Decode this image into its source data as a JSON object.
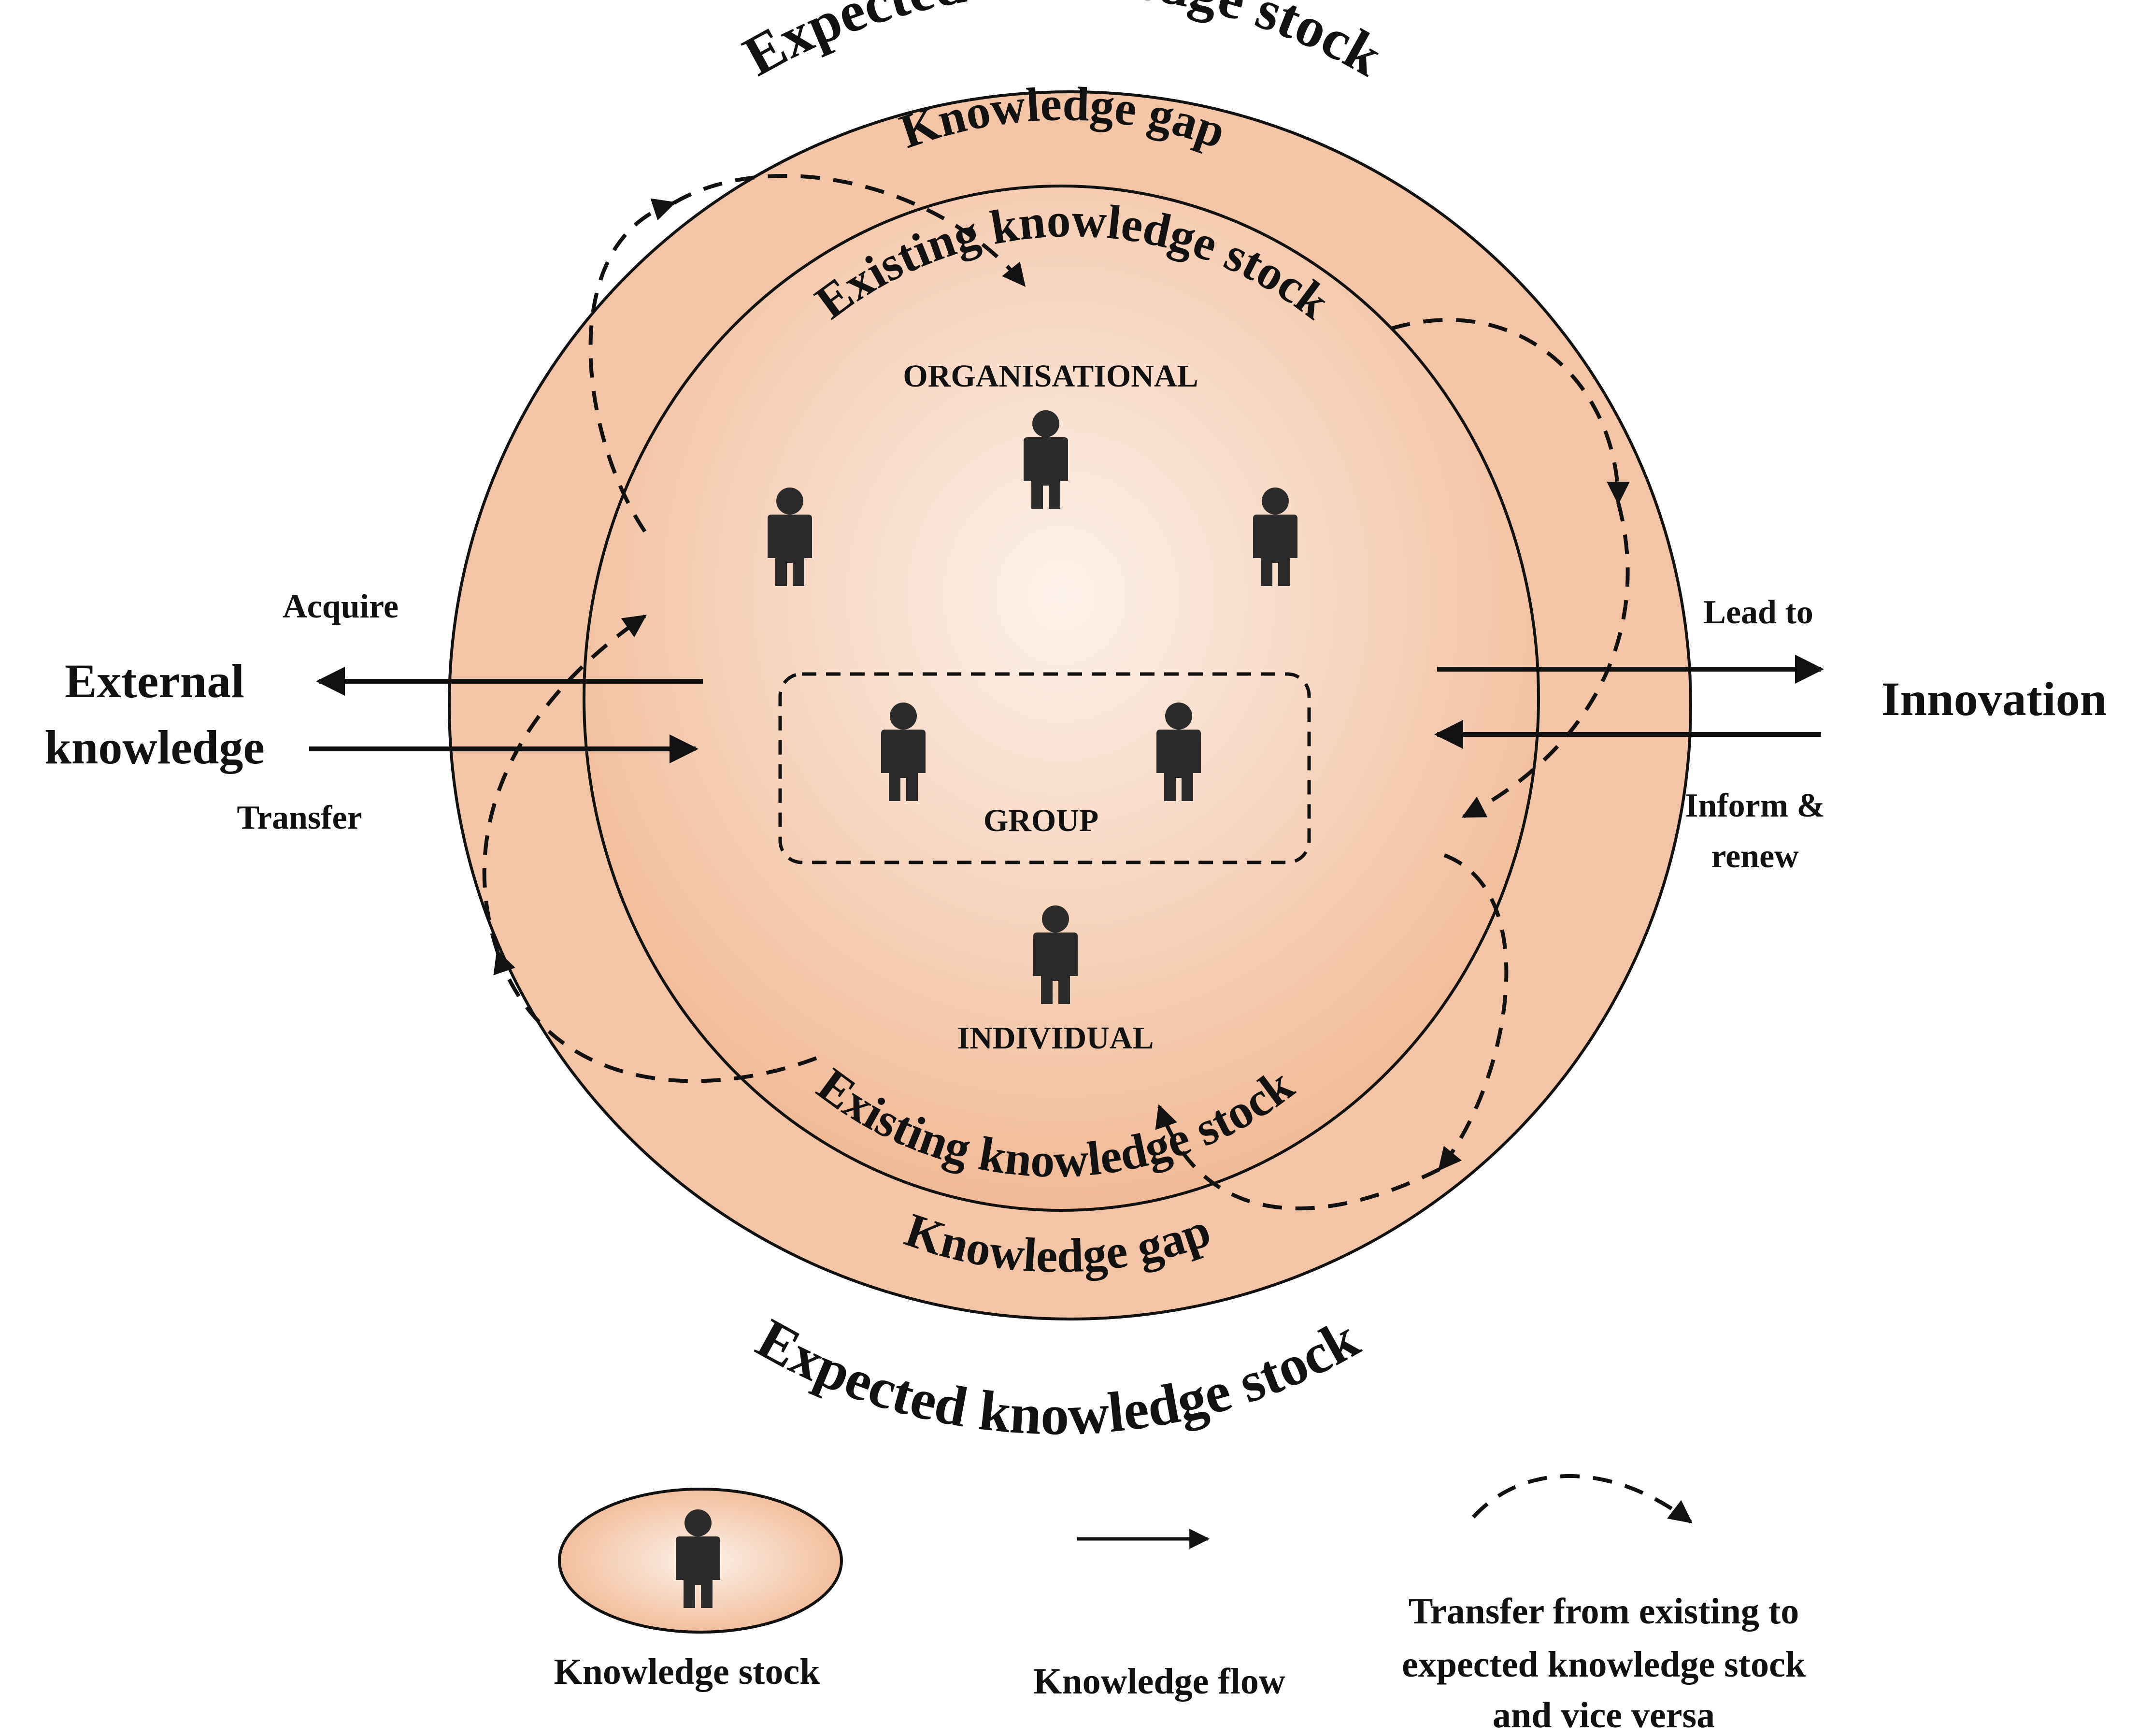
{
  "diagram": {
    "outer_ring": {
      "top_arc_label": "Expected knowledge stock",
      "bottom_arc_label": "Expected knowledge stock",
      "gap_top_label": "Knowledge gap",
      "gap_bottom_label": "Knowledge gap"
    },
    "inner_circle": {
      "top_arc_label": "Existing knowledge stock",
      "bottom_arc_label": "Existing knowledge stock",
      "levels": {
        "organisational": "ORGANISATIONAL",
        "group": "GROUP",
        "individual": "INDIVIDUAL"
      }
    },
    "left": {
      "entity_line1": "External",
      "entity_line2": "knowledge",
      "arrow_out_label": "Acquire",
      "arrow_in_label": "Transfer"
    },
    "right": {
      "entity": "Innovation",
      "arrow_out_label": "Lead to",
      "arrow_in_label_line1": "Inform &",
      "arrow_in_label_line2": "renew"
    }
  },
  "legend": {
    "knowledge_stock": "Knowledge stock",
    "knowledge_flow": "Knowledge flow",
    "transfer_line1": "Transfer from existing to",
    "transfer_line2": "expected knowledge stock",
    "transfer_line3": "and vice versa"
  },
  "colors": {
    "ring_fill": "#f3c4a5",
    "center_glow": "#fdf2ea",
    "stroke": "#111111",
    "person": "#2b2b2b"
  },
  "icons": {
    "person": "person-icon"
  }
}
